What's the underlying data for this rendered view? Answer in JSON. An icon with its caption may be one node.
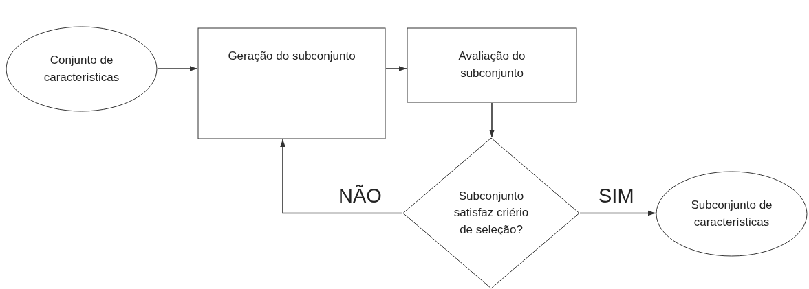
{
  "diagram": {
    "nodes": [
      {
        "text": [
          "Conjunto de características"
        ]
      },
      {
        "text": [
          "Geração do subconjunto"
        ]
      },
      {
        "text": [
          "Avaliação do subconjunto"
        ]
      },
      {
        "text": [
          "Subconjunto satisfaz criério de seleção?"
        ]
      },
      {
        "text": [
          "Subconjunto de características"
        ]
      }
    ],
    "edges": [
      {
        "from": 0,
        "to": 1,
        "arrow": "to"
      },
      {
        "from": 1,
        "to": 2,
        "arrow": "to"
      },
      {
        "from": 2,
        "to": 3,
        "arrow": "to"
      },
      {
        "from": 3,
        "to": 1,
        "arrow": "to",
        "label": "NÃO"
      },
      {
        "from": 3,
        "to": 4,
        "arrow": "to",
        "label": "SIM"
      }
    ]
  }
}
